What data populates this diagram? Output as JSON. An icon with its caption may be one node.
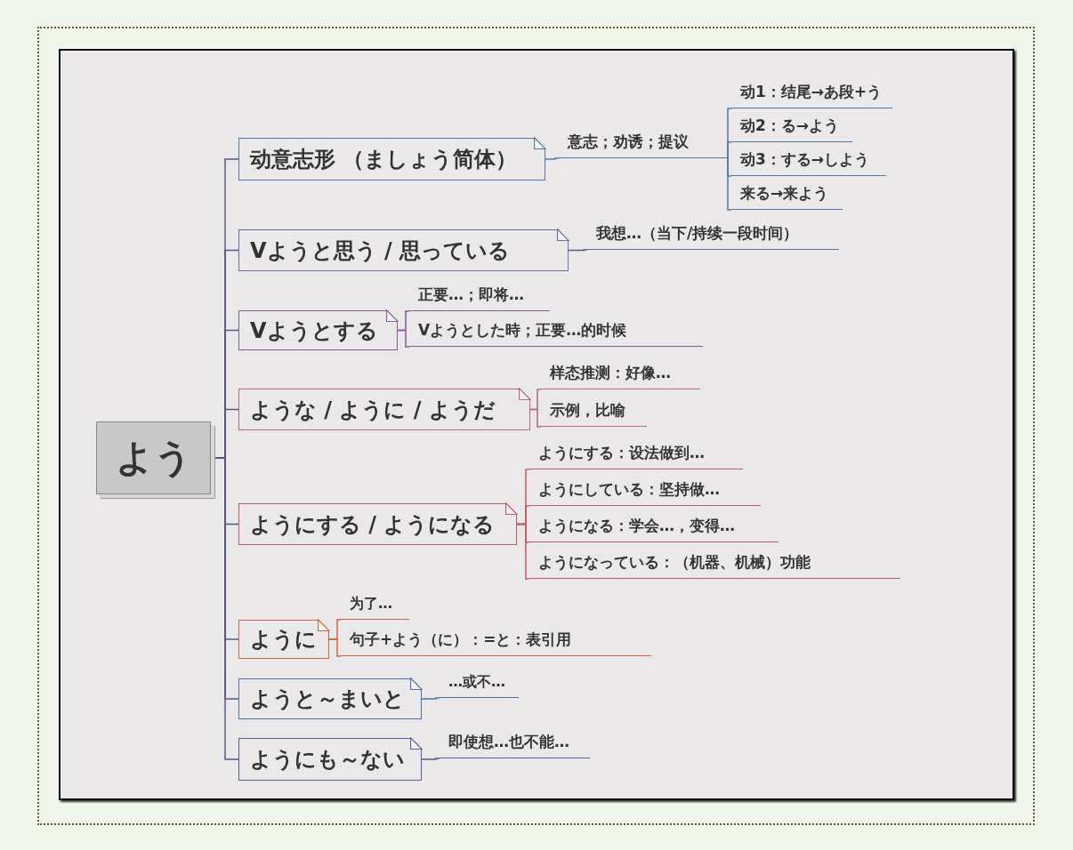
{
  "diagram": {
    "nodes": [
      {
        "text": [
          "よう"
        ]
      },
      {
        "text": [
          "动意志形 （ましょう简体）"
        ]
      },
      {
        "text": [
          "意志；劝诱；提议"
        ]
      },
      {
        "text": [
          "动1：结尾→あ段+う"
        ]
      },
      {
        "text": [
          "动2：る→よう"
        ]
      },
      {
        "text": [
          "动3：する→しよう"
        ]
      },
      {
        "text": [
          "来る→来よう"
        ]
      },
      {
        "text": [
          "Vようと思う / 思っている"
        ]
      },
      {
        "text": [
          "我想…（当下/持续一段时间）"
        ]
      },
      {
        "text": [
          "Vようとする"
        ]
      },
      {
        "text": [
          "正要…；即将…"
        ]
      },
      {
        "text": [
          "Vようとした時；正要…的时候"
        ]
      },
      {
        "text": [
          "ような / ように / ようだ"
        ]
      },
      {
        "text": [
          "样态推测：好像…"
        ]
      },
      {
        "text": [
          "示例，比喻"
        ]
      },
      {
        "text": [
          "ようにする / ようになる"
        ]
      },
      {
        "text": [
          "ようにする：设法做到…"
        ]
      },
      {
        "text": [
          "ようにしている：坚持做…"
        ]
      },
      {
        "text": [
          "ようになる：学会…，变得…"
        ]
      },
      {
        "text": [
          "ようになっている：（机器、机械）功能"
        ]
      },
      {
        "text": [
          "ように"
        ]
      },
      {
        "text": [
          "为了…"
        ]
      },
      {
        "text": [
          "句子+よう（に）：=と：表引用"
        ]
      },
      {
        "text": [
          "ようと～まいと"
        ]
      },
      {
        "text": [
          "…或不…"
        ]
      },
      {
        "text": [
          "ようにも～ない"
        ]
      },
      {
        "text": [
          "即使想…也不能…"
        ]
      }
    ],
    "edges": [
      {
        "from": 0,
        "to": 1,
        "arrow": "none"
      },
      {
        "from": 0,
        "to": 7,
        "arrow": "none"
      },
      {
        "from": 0,
        "to": 9,
        "arrow": "none"
      },
      {
        "from": 0,
        "to": 12,
        "arrow": "none"
      },
      {
        "from": 0,
        "to": 15,
        "arrow": "none"
      },
      {
        "from": 0,
        "to": 20,
        "arrow": "none"
      },
      {
        "from": 0,
        "to": 23,
        "arrow": "none"
      },
      {
        "from": 0,
        "to": 25,
        "arrow": "none"
      },
      {
        "from": 1,
        "to": 2,
        "arrow": "none",
        "color": "#4f79a8"
      },
      {
        "from": 2,
        "to": 3,
        "arrow": "none",
        "color": "#4f79a8"
      },
      {
        "from": 2,
        "to": 4,
        "arrow": "none",
        "color": "#4f79a8"
      },
      {
        "from": 2,
        "to": 5,
        "arrow": "none",
        "color": "#4f79a8"
      },
      {
        "from": 2,
        "to": 6,
        "arrow": "none",
        "color": "#4f79a8"
      },
      {
        "from": 7,
        "to": 8,
        "arrow": "none"
      },
      {
        "from": 9,
        "to": 10,
        "arrow": "none",
        "color": "#8a5a96"
      },
      {
        "from": 9,
        "to": 11,
        "arrow": "none",
        "color": "#8a5a96"
      },
      {
        "from": 12,
        "to": 13,
        "arrow": "none",
        "color": "#b5687e"
      },
      {
        "from": 12,
        "to": 14,
        "arrow": "none",
        "color": "#b5687e"
      },
      {
        "from": 15,
        "to": 16,
        "arrow": "none",
        "color": "#c05a68"
      },
      {
        "from": 15,
        "to": 17,
        "arrow": "none",
        "color": "#c05a68"
      },
      {
        "from": 15,
        "to": 18,
        "arrow": "none",
        "color": "#c05a68"
      },
      {
        "from": 15,
        "to": 19,
        "arrow": "none",
        "color": "#c05a68"
      },
      {
        "from": 20,
        "to": 21,
        "arrow": "none",
        "color": "#d0643f"
      },
      {
        "from": 20,
        "to": 22,
        "arrow": "none",
        "color": "#d0643f"
      },
      {
        "from": 23,
        "to": 24,
        "arrow": "none",
        "color": "#4a74a8"
      },
      {
        "from": 25,
        "to": 26,
        "arrow": "none"
      }
    ]
  }
}
